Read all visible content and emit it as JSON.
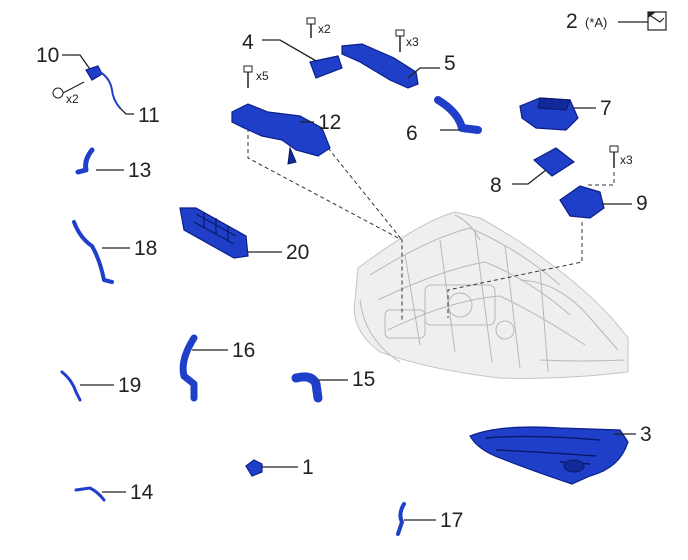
{
  "callouts": [
    {
      "id": "1",
      "text": "1"
    },
    {
      "id": "2",
      "text": "2"
    },
    {
      "id": "3",
      "text": "3"
    },
    {
      "id": "4",
      "text": "4"
    },
    {
      "id": "5",
      "text": "5"
    },
    {
      "id": "6",
      "text": "6"
    },
    {
      "id": "7",
      "text": "7"
    },
    {
      "id": "8",
      "text": "8"
    },
    {
      "id": "9",
      "text": "9"
    },
    {
      "id": "10",
      "text": "10"
    },
    {
      "id": "11",
      "text": "11"
    },
    {
      "id": "12",
      "text": "12"
    },
    {
      "id": "13",
      "text": "13"
    },
    {
      "id": "14",
      "text": "14"
    },
    {
      "id": "15",
      "text": "15"
    },
    {
      "id": "16",
      "text": "16"
    },
    {
      "id": "17",
      "text": "17"
    },
    {
      "id": "18",
      "text": "18"
    },
    {
      "id": "19",
      "text": "19"
    },
    {
      "id": "20",
      "text": "20"
    }
  ],
  "note": "(*A)",
  "quantities": {
    "bolt_4": "x2",
    "bolt_5": "x3",
    "bolt_10": "x2",
    "bolt_12": "x5",
    "bolt_9": "x3"
  },
  "colors": {
    "part": "#1f3fc8",
    "part_outline": "#0c1f8a",
    "engine_line": "#b8b8b8",
    "text": "#222222"
  },
  "icons": {
    "note_icon": "tape-corner-icon",
    "fastener": "bolt-icon"
  }
}
